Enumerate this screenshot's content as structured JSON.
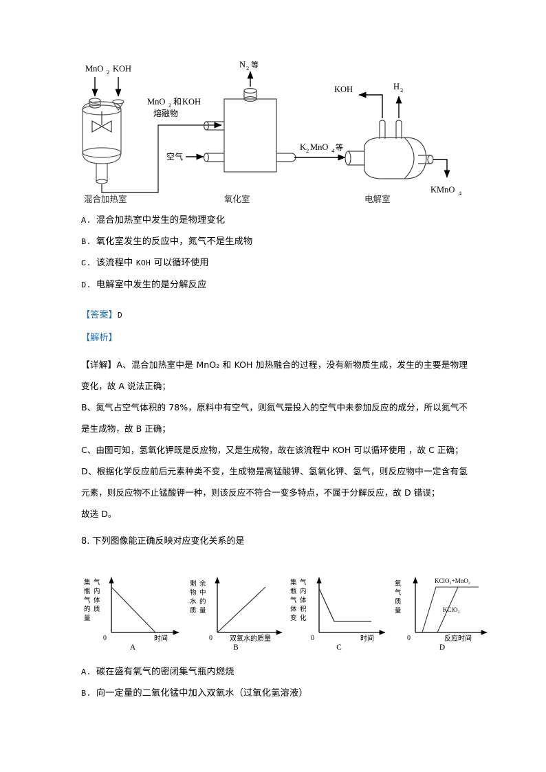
{
  "flow_diagram": {
    "inputs_top": "MnO₂ KOH",
    "chamber1_label": "混合加热室",
    "chamber2_label": "氧化室",
    "chamber3_label": "电解室",
    "arrow_melt_line1": "MnO₂和KOH",
    "arrow_melt_line2": "熔融物",
    "air_inlet": "空气",
    "n2_out": "N₂等",
    "k2mno4_arrow": "K₂MnO₄等",
    "koh_out": "KOH",
    "h2_out": "H₂",
    "kmno4_out": "KMnO₄"
  },
  "question7": {
    "options": [
      {
        "label": "A.",
        "text": "混合加热室中发生的是物理变化"
      },
      {
        "label": "B.",
        "text": "氧化室发生的反应中，氮气不是生成物"
      },
      {
        "label": "C.",
        "pre": "该流程中 ",
        "mono": "KOH",
        "post": " 可以循环使用"
      },
      {
        "label": "D.",
        "text": "电解室中发生的是分解反应"
      }
    ]
  },
  "answer_block": {
    "answer_tag": "【答案】",
    "answer_value": "D",
    "analysis_tag": "【解析】",
    "detail_tag": "【详解】",
    "paragraph_a": "A、混合加热室中是 MnO₂ 和 KOH 加热融合的过程，没有新物质生成，发生的主要是物理变化，故 A 说法正确；",
    "paragraph_b": "B、氮气占空气体积的 78%，原料中有空气，则氮气是投入的空气中未参加反应的成分，所以氮气不是生成物，故 B 正确；",
    "paragraph_c": "C、由图可知，氢氧化钾既是反应物，又是生成物，故在该流程中 KOH 可以循环使用 ，故 C 正确；",
    "paragraph_d": "D、根据化学反应前后元素种类不变，生成物是高锰酸钾、氢氧化钾、氢气，则反应物中一定含有氢元素，则反应物不止锰酸钾一种，则该反应不符合一变多特点，不属于分解反应，故 D 错误；",
    "conclusion": "故选 D。"
  },
  "question8": {
    "number": "8.",
    "stem": "下列图像能正确反映对应变化关系的是",
    "options": [
      {
        "label": "A.",
        "text": "碳在盛有氧气的密闭集气瓶内燃烧"
      },
      {
        "label": "B.",
        "text": "向一定量的二氧化锰中加入双氧水（过氧化氢溶液）"
      }
    ]
  },
  "chart_data": [
    {
      "id": "A",
      "type": "line",
      "letter": "A",
      "ylabel_chars": [
        "集",
        "气",
        "瓶",
        "内",
        "气",
        "体",
        "的",
        "质",
        "量"
      ],
      "ylabel": "集气瓶内气体的质量",
      "xlabel": "时间",
      "origin_label": "0",
      "x": [
        0,
        0.72
      ],
      "values": [
        0.82,
        0.0
      ],
      "description": "质量随时间线性下降至零",
      "grid": false
    },
    {
      "id": "B",
      "type": "line",
      "letter": "B",
      "ylabel_chars": [
        "剩",
        "余",
        "物",
        "中",
        "水",
        "的",
        "质",
        "量"
      ],
      "ylabel": "剩余物中水的质量",
      "xlabel": "双氧水的质量",
      "origin_label": "0",
      "x": [
        0,
        0.78
      ],
      "values": [
        0.0,
        0.86
      ],
      "description": "从原点出发的上升直线",
      "grid": false
    },
    {
      "id": "C",
      "type": "line",
      "letter": "C",
      "ylabel_chars": [
        "集",
        "气",
        "瓶",
        "内",
        "气",
        "体",
        "体",
        "积",
        "变",
        "化"
      ],
      "ylabel": "集气瓶内气体体积变化",
      "xlabel": "时间",
      "origin_label": "0",
      "x": [
        0,
        0.28,
        1.0
      ],
      "values": [
        0.78,
        0.18,
        0.18
      ],
      "description": "先下降后保持水平",
      "grid": false
    },
    {
      "id": "D",
      "type": "line",
      "letter": "D",
      "ylabel_chars": [
        "氧",
        "气",
        "质",
        "量"
      ],
      "ylabel": "氧气质量",
      "xlabel": "反应时间",
      "origin_label": "0",
      "series": [
        {
          "name": "KClO₃+MnO₂",
          "x": [
            0.08,
            0.3,
            1.0
          ],
          "values": [
            0.0,
            0.8,
            0.8
          ]
        },
        {
          "name": "KClO₃",
          "x": [
            0.28,
            0.56,
            1.0
          ],
          "values": [
            0.0,
            0.8,
            0.8
          ]
        }
      ],
      "description": "加催化剂的曲线更早达到相同平台",
      "grid": false
    }
  ]
}
